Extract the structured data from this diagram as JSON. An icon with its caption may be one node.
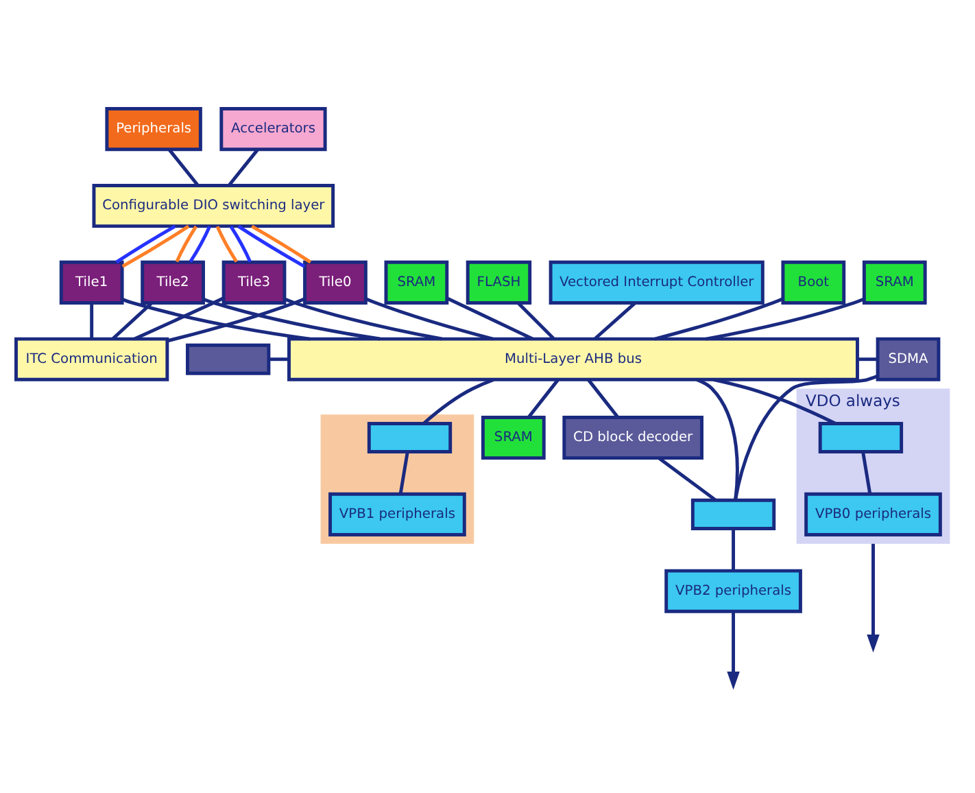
{
  "diagram": {
    "nodes": [
      {
        "text": [
          "Peripherals"
        ]
      },
      {
        "text": [
          "Accelerators"
        ]
      },
      {
        "text": [
          "Configurable DIO switching layer"
        ]
      },
      {
        "text": [
          "Tile0"
        ]
      },
      {
        "text": [
          "Tile1"
        ]
      },
      {
        "text": [
          "Tile2"
        ]
      },
      {
        "text": [
          "Tile3"
        ]
      },
      {
        "text": [
          "ITC Communication"
        ]
      },
      {
        "text": [
          "Boot"
        ]
      },
      {
        "text": [
          "SRAM"
        ]
      },
      {
        "text": [
          "SRAM"
        ]
      },
      {
        "text": [
          "FLASH"
        ]
      },
      {
        "text": [
          "Vectored Interrupt Controller"
        ]
      },
      {
        "text": [],
        "shape": "box"
      },
      {
        "text": [
          "Multi-Layer AHB bus"
        ]
      },
      {
        "text": [
          "SDMA"
        ]
      },
      {
        "text": [
          "CD block decoder"
        ]
      },
      {
        "text": [
          "VDO always"
        ]
      },
      {
        "text": [],
        "shape": "box",
        "in": 17
      },
      {
        "text": [
          "VPB0 peripherals"
        ],
        "in": 17
      },
      {
        "text": [
          "SRAM"
        ]
      },
      {
        "text": [],
        "shape": "box"
      },
      {
        "text": [],
        "shape": "box",
        "in": 21
      },
      {
        "text": [
          "VPB1 peripherals"
        ],
        "in": 21
      },
      {
        "text": [],
        "shape": "box"
      },
      {
        "text": [
          "VPB2 peripherals"
        ]
      }
    ],
    "edges": [
      {
        "from": 0,
        "to": 2,
        "arrow": "none"
      },
      {
        "from": 1,
        "to": 2,
        "arrow": "none"
      },
      {
        "from": 2,
        "to": 3,
        "arrow": "none",
        "color": "#2633ff"
      },
      {
        "from": 2,
        "to": 3,
        "arrow": "none",
        "color": "#ff7f27"
      },
      {
        "from": 2,
        "to": 4,
        "arrow": "none",
        "color": "#2633ff"
      },
      {
        "from": 2,
        "to": 4,
        "arrow": "none",
        "color": "#ff7f27"
      },
      {
        "from": 2,
        "to": 5,
        "arrow": "none",
        "color": "#ff7f27"
      },
      {
        "from": 2,
        "to": 5,
        "arrow": "none",
        "color": "#2633ff"
      },
      {
        "from": 2,
        "to": 6,
        "arrow": "none",
        "color": "#ff7f27"
      },
      {
        "from": 2,
        "to": 6,
        "arrow": "none",
        "color": "#2633ff"
      },
      {
        "from": 3,
        "to": 7,
        "arrow": "none"
      },
      {
        "from": 4,
        "to": 7,
        "arrow": "none"
      },
      {
        "from": 5,
        "to": 7,
        "arrow": "none"
      },
      {
        "from": 6,
        "to": 7,
        "arrow": "none"
      },
      {
        "from": 3,
        "to": 14,
        "arrow": "none"
      },
      {
        "from": 4,
        "to": 14,
        "arrow": "none"
      },
      {
        "from": 5,
        "to": 14,
        "arrow": "none"
      },
      {
        "from": 6,
        "to": 14,
        "arrow": "none"
      },
      {
        "from": 8,
        "to": 14,
        "arrow": "none"
      },
      {
        "from": 9,
        "to": 14,
        "arrow": "none"
      },
      {
        "from": 10,
        "to": 14,
        "arrow": "none"
      },
      {
        "from": 11,
        "to": 14,
        "arrow": "none"
      },
      {
        "from": 12,
        "to": 14,
        "arrow": "none"
      },
      {
        "from": 13,
        "to": 14,
        "arrow": "none"
      },
      {
        "from": 14,
        "to": 15,
        "arrow": "none"
      },
      {
        "from": 14,
        "to": 16,
        "arrow": "none"
      },
      {
        "from": 14,
        "to": 18,
        "arrow": "none"
      },
      {
        "from": 18,
        "to": 19,
        "arrow": "none"
      },
      {
        "from": 14,
        "to": 20,
        "arrow": "none"
      },
      {
        "from": 14,
        "to": 22,
        "arrow": "none"
      },
      {
        "from": 22,
        "to": 23,
        "arrow": "none"
      },
      {
        "from": 14,
        "to": 24,
        "arrow": "none"
      },
      {
        "from": 24,
        "to": 25,
        "arrow": "none"
      },
      {
        "from": 15,
        "to": 24,
        "arrow": "none"
      },
      {
        "from": 16,
        "to": 24,
        "arrow": "none"
      },
      {
        "from": 17,
        "to": null,
        "arrow": "to"
      },
      {
        "from": 25,
        "to": null,
        "arrow": "to"
      }
    ]
  }
}
